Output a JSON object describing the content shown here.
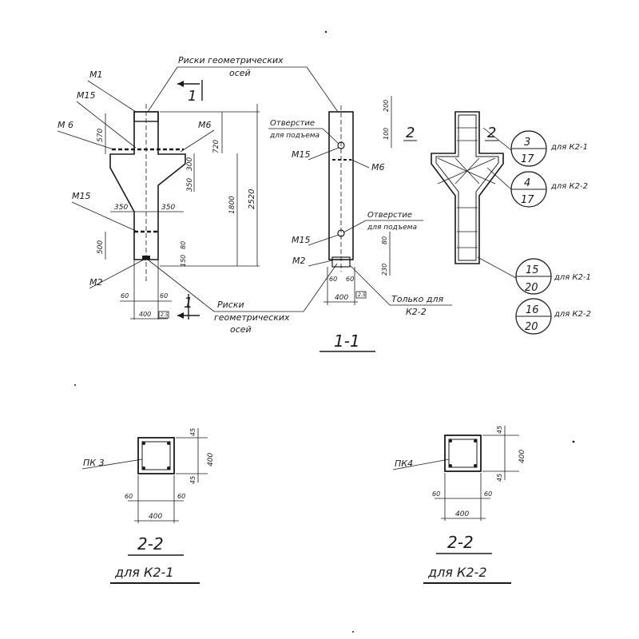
{
  "front_view": {
    "label_m1": "M1",
    "label_m15_top": "M15",
    "label_m6_left": "M 6",
    "label_m6_right": "M6",
    "label_m15_mid": "M15",
    "label_m2": "M2",
    "axis_marks_top_line1": "Риски геометрических",
    "axis_marks_top_line2": "осей",
    "axis_marks_bottom_line1": "Риски",
    "axis_marks_bottom_line2": "геометрических",
    "axis_marks_bottom_line3": "осей",
    "section_mark_top": "1",
    "section_mark_bottom": "1",
    "dim_570": "570",
    "dim_350_left": "350",
    "dim_350_right": "350",
    "dim_500": "500",
    "dim_60_left": "60",
    "dim_60_right": "60",
    "dim_400": "400",
    "dim_720": "720",
    "dim_300": "300",
    "dim_350_vert": "350",
    "dim_1800": "1800",
    "dim_2520": "2520",
    "dim_80": "80",
    "dim_150": "150",
    "dim_box_small": "2.5"
  },
  "side_view": {
    "hole_top_line1": "Отверстие",
    "hole_top_line2": "для подъема",
    "hole_bottom_line1": "Отверстие",
    "hole_bottom_line2": "для подъема",
    "label_m15_top": "M15",
    "label_m6": "M6",
    "label_m15_bottom": "M15",
    "label_m2": "M2",
    "only_for_line1": "Только для",
    "only_for_line2": "К2-2",
    "section_mark": "2",
    "dim_200": "200",
    "dim_100": "100",
    "dim_80": "80",
    "dim_230": "230",
    "dim_60": "60",
    "dim_60b": "60",
    "dim_400": "400",
    "dim_box_small": "2.5",
    "title": "1-1"
  },
  "rebar_view": {
    "section_mark": "2",
    "callouts": [
      {
        "top": "3",
        "bottom": "17",
        "note": "для К2-1"
      },
      {
        "top": "4",
        "bottom": "17",
        "note": "для К2-2"
      },
      {
        "top": "15",
        "bottom": "20",
        "note": "для К2-1"
      },
      {
        "top": "16",
        "bottom": "20",
        "note": "для К2-2"
      }
    ]
  },
  "section_k21": {
    "cage_label": "ПК 3",
    "dim_45_top": "45",
    "dim_400_vert": "400",
    "dim_45_bottom": "45",
    "dim_60_left": "60",
    "dim_60_right": "60",
    "dim_400_horiz": "400",
    "title": "2-2",
    "subtitle": "для К2-1"
  },
  "section_k22": {
    "cage_label": "ПК4",
    "dim_45_top": "45",
    "dim_400_vert": "400",
    "dim_45_bottom": "45",
    "dim_60_left": "60",
    "dim_60_right": "60",
    "dim_400_horiz": "400",
    "title": "2-2",
    "subtitle": "для К2-2"
  }
}
